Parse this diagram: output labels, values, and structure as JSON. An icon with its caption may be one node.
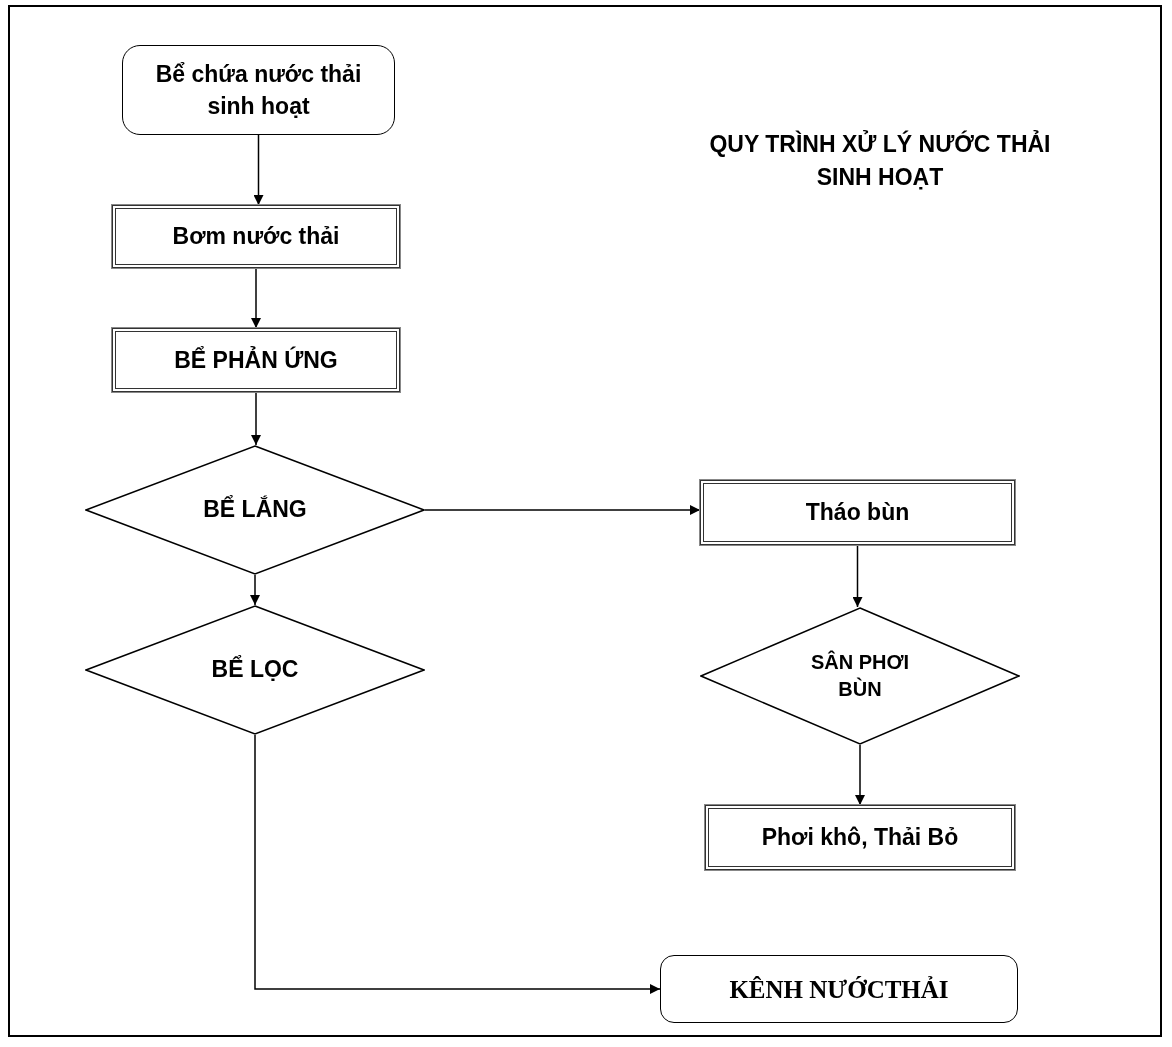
{
  "diagram": {
    "title": "QUY TRÌNH XỬ LÝ NƯỚC THẢI SINH HOẠT",
    "nodes": [
      {
        "text": [
          "Bể chứa nước thải sinh hoạt"
        ]
      },
      {
        "text": [
          "Bơm nước thải"
        ]
      },
      {
        "text": [
          "BỂ PHẢN ỨNG"
        ]
      },
      {
        "text": [
          "BỂ LẮNG"
        ]
      },
      {
        "text": [
          "BỂ LỌC"
        ]
      },
      {
        "text": [
          "Tháo bùn"
        ]
      },
      {
        "text": [
          "SÂN PHƠI BÙN"
        ]
      },
      {
        "text": [
          "Phơi khô, Thải Bỏ"
        ]
      },
      {
        "text": [
          "KÊNH NƯỚCTHẢI"
        ]
      }
    ],
    "edges": [
      {
        "from": 0,
        "to": 1,
        "arrow": "to"
      },
      {
        "from": 1,
        "to": 2,
        "arrow": "to"
      },
      {
        "from": 2,
        "to": 3,
        "arrow": "to"
      },
      {
        "from": 3,
        "to": 5,
        "arrow": "to"
      },
      {
        "from": 3,
        "to": 4,
        "arrow": "to"
      },
      {
        "from": 5,
        "to": 6,
        "arrow": "to"
      },
      {
        "from": 6,
        "to": 7,
        "arrow": "to"
      },
      {
        "from": 4,
        "to": 8,
        "arrow": "to"
      }
    ]
  }
}
